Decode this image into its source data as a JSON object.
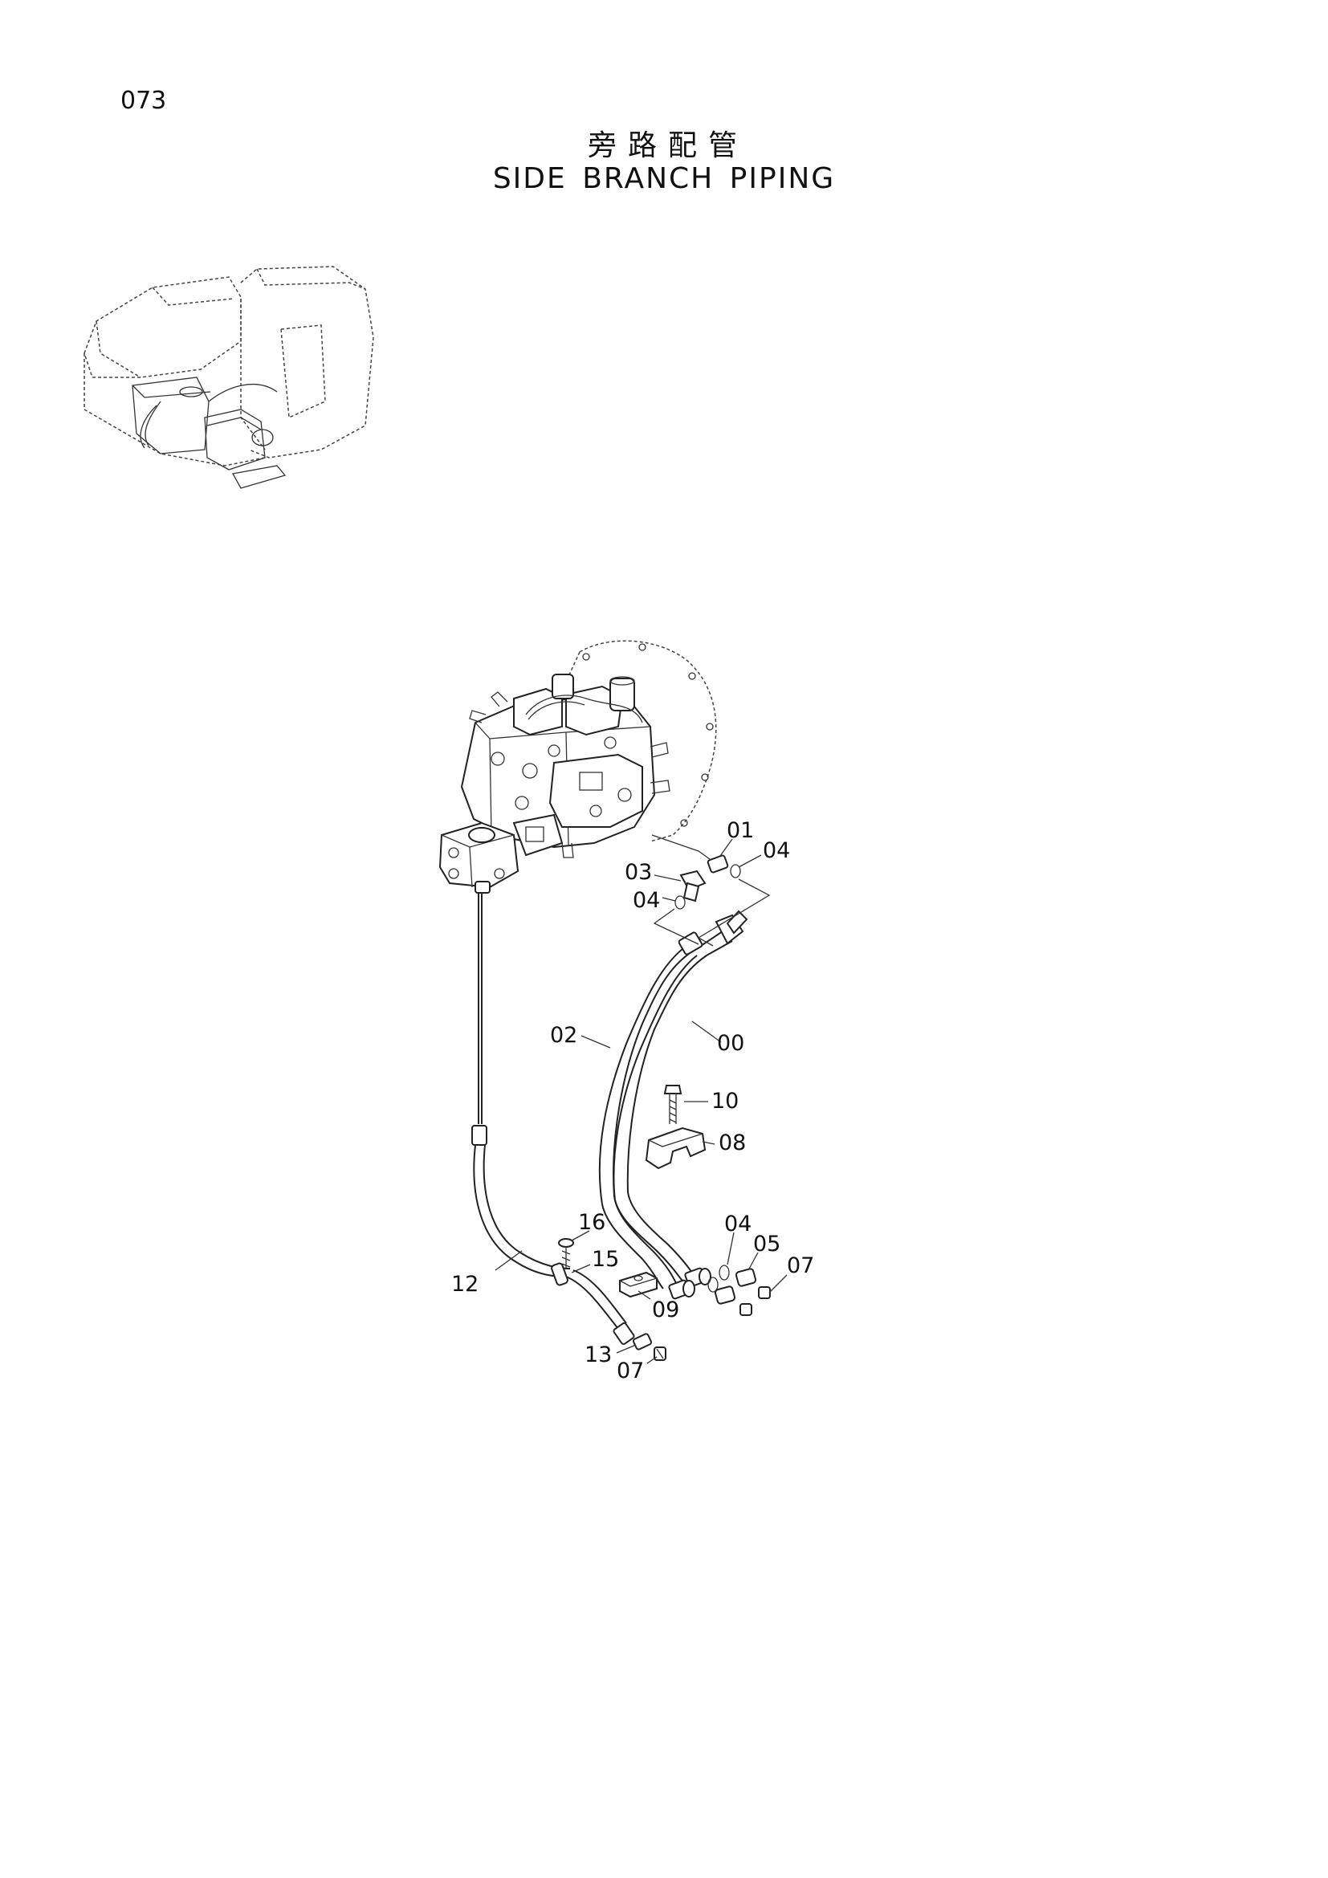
{
  "page": {
    "number": "073"
  },
  "title": {
    "chinese": "旁路配管",
    "english": "SIDE BRANCH PIPING"
  },
  "callouts": [
    {
      "id": "01",
      "label": "01"
    },
    {
      "id": "04a",
      "label": "04"
    },
    {
      "id": "03",
      "label": "03"
    },
    {
      "id": "04b",
      "label": "04"
    },
    {
      "id": "02",
      "label": "02"
    },
    {
      "id": "00",
      "label": "00"
    },
    {
      "id": "10",
      "label": "10"
    },
    {
      "id": "08",
      "label": "08"
    },
    {
      "id": "16",
      "label": "16"
    },
    {
      "id": "15",
      "label": "15"
    },
    {
      "id": "12",
      "label": "12"
    },
    {
      "id": "09",
      "label": "09"
    },
    {
      "id": "04c",
      "label": "04"
    },
    {
      "id": "05",
      "label": "05"
    },
    {
      "id": "07a",
      "label": "07"
    },
    {
      "id": "13",
      "label": "13"
    },
    {
      "id": "07b",
      "label": "07"
    }
  ]
}
